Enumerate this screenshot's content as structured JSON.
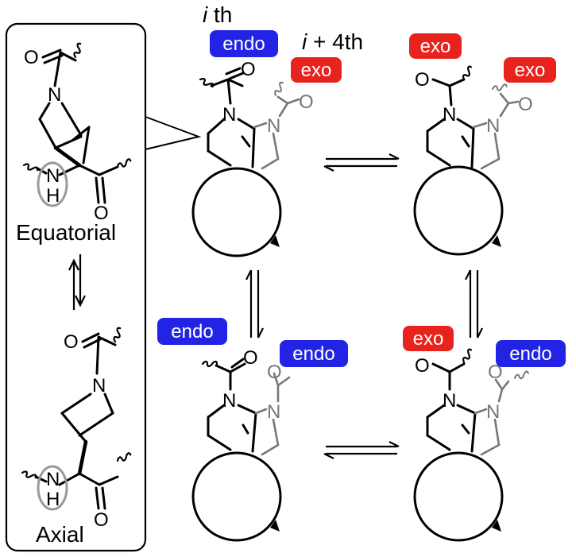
{
  "inset": {
    "top_label": "Equatorial",
    "bottom_label": "Axial"
  },
  "atoms": {
    "O": "O",
    "N": "N",
    "NH_N": "N",
    "NH_H": "H"
  },
  "residues": {
    "i_prefix": "i",
    "i_suffix": " th",
    "i4_prefix": "i",
    "i4_suffix": " + 4th"
  },
  "tags": {
    "endo": "endo",
    "exo": "exo"
  },
  "colors": {
    "endo": "#2323e6",
    "exo": "#e8231e",
    "black": "#000000",
    "gray": "#777777",
    "circle_gray": "#999999"
  },
  "panels": [
    {
      "id": "top-left",
      "residue_i": "endo",
      "residue_i4": "exo"
    },
    {
      "id": "top-right",
      "residue_i": "exo",
      "residue_i4": "exo"
    },
    {
      "id": "bottom-left",
      "residue_i": "endo",
      "residue_i4": "endo"
    },
    {
      "id": "bottom-right",
      "residue_i": "exo",
      "residue_i4": "endo"
    }
  ]
}
